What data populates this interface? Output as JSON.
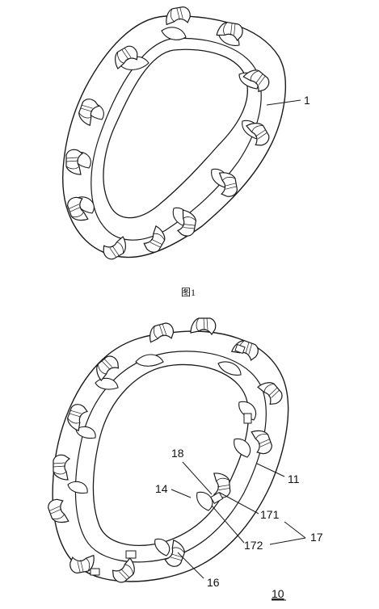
{
  "figure1": {
    "caption": "图1",
    "labels": {
      "part_1": "1"
    }
  },
  "figure2": {
    "labels": {
      "l18": "18",
      "l14": "14",
      "l171": "171",
      "l172": "172",
      "l17": "17",
      "l11": "11",
      "l16": "16",
      "l10": "10"
    }
  },
  "colors": {
    "ink": "#1a1a1a",
    "paper": "#ffffff"
  }
}
